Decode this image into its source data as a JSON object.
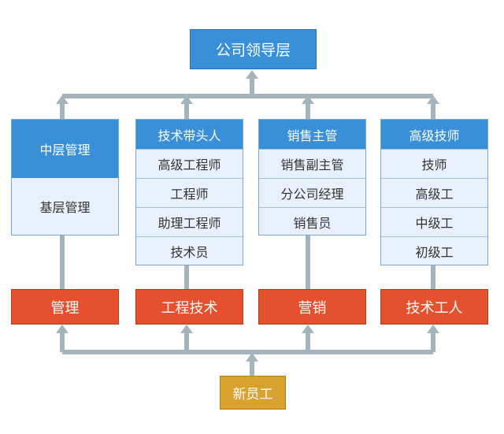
{
  "top": {
    "label": "公司领导层"
  },
  "columns": [
    {
      "head": "中层管理",
      "cells": [
        "基层管理"
      ]
    },
    {
      "head": "技术带头人",
      "cells": [
        "高级工程师",
        "工程师",
        "助理工程师",
        "技术员"
      ]
    },
    {
      "head": "销售主管",
      "cells": [
        "销售副主管",
        "分公司经理",
        "销售员"
      ]
    },
    {
      "head": "高级技师",
      "cells": [
        "技师",
        "高级工",
        "中级工",
        "初级工"
      ]
    }
  ],
  "departments": [
    "管理",
    "工程技术",
    "营销",
    "技术工人"
  ],
  "entry": {
    "label": "新员工"
  },
  "colors": {
    "connector": "#a3b4bd",
    "header_blue": "#3a8fd9",
    "cell_bg": "#e8f1fb",
    "department_red": "#e5512f",
    "entry_gold": "#d9a22e"
  }
}
